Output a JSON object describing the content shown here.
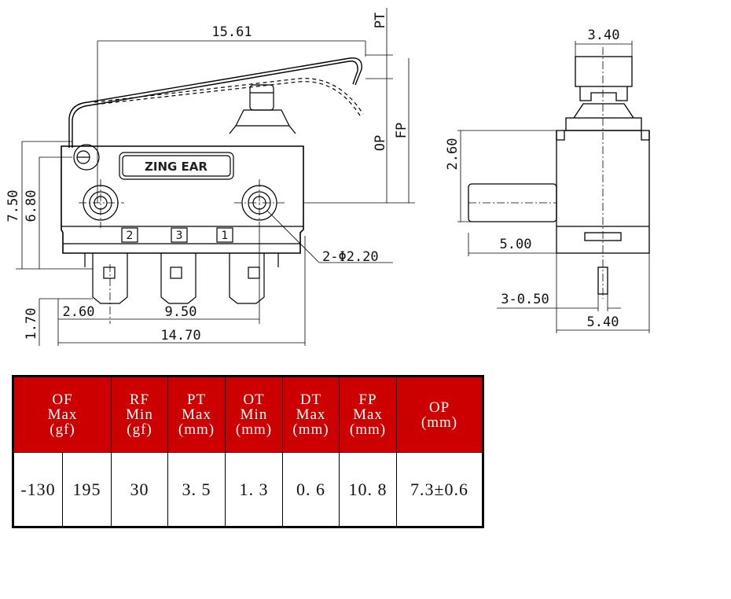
{
  "drawing": {
    "brand": "ZING EAR",
    "pins": [
      "2",
      "3",
      "1"
    ],
    "dimensions": {
      "overall_length": "15.61",
      "pt": "PT",
      "op": "OP",
      "fp": "FP",
      "height_750": "7.50",
      "height_680": "6.80",
      "hole": "2-Φ2.20",
      "term_offset": "1.70",
      "left_offset": "2.60",
      "hole_pitch": "9.50",
      "body_length": "14.70",
      "side_top": "3.40",
      "side_260": "2.60",
      "side_500": "5.00",
      "side_pins": "3-0.50",
      "side_width": "5.40"
    }
  },
  "spec_table": {
    "headers": [
      [
        "OF",
        "Max",
        "(gf)"
      ],
      [
        "RF",
        "Min",
        "(gf)"
      ],
      [
        "PT",
        "Max",
        "(mm)"
      ],
      [
        "OT",
        "Min",
        "(mm)"
      ],
      [
        "DT",
        "Max",
        "(mm)"
      ],
      [
        "FP",
        "Max",
        "(mm)"
      ],
      [
        "OP",
        "(mm)"
      ]
    ],
    "values": [
      "-130",
      "195",
      "30",
      "3. 5",
      "1. 3",
      "0. 6",
      "10. 8",
      "7.3±0.6"
    ]
  }
}
